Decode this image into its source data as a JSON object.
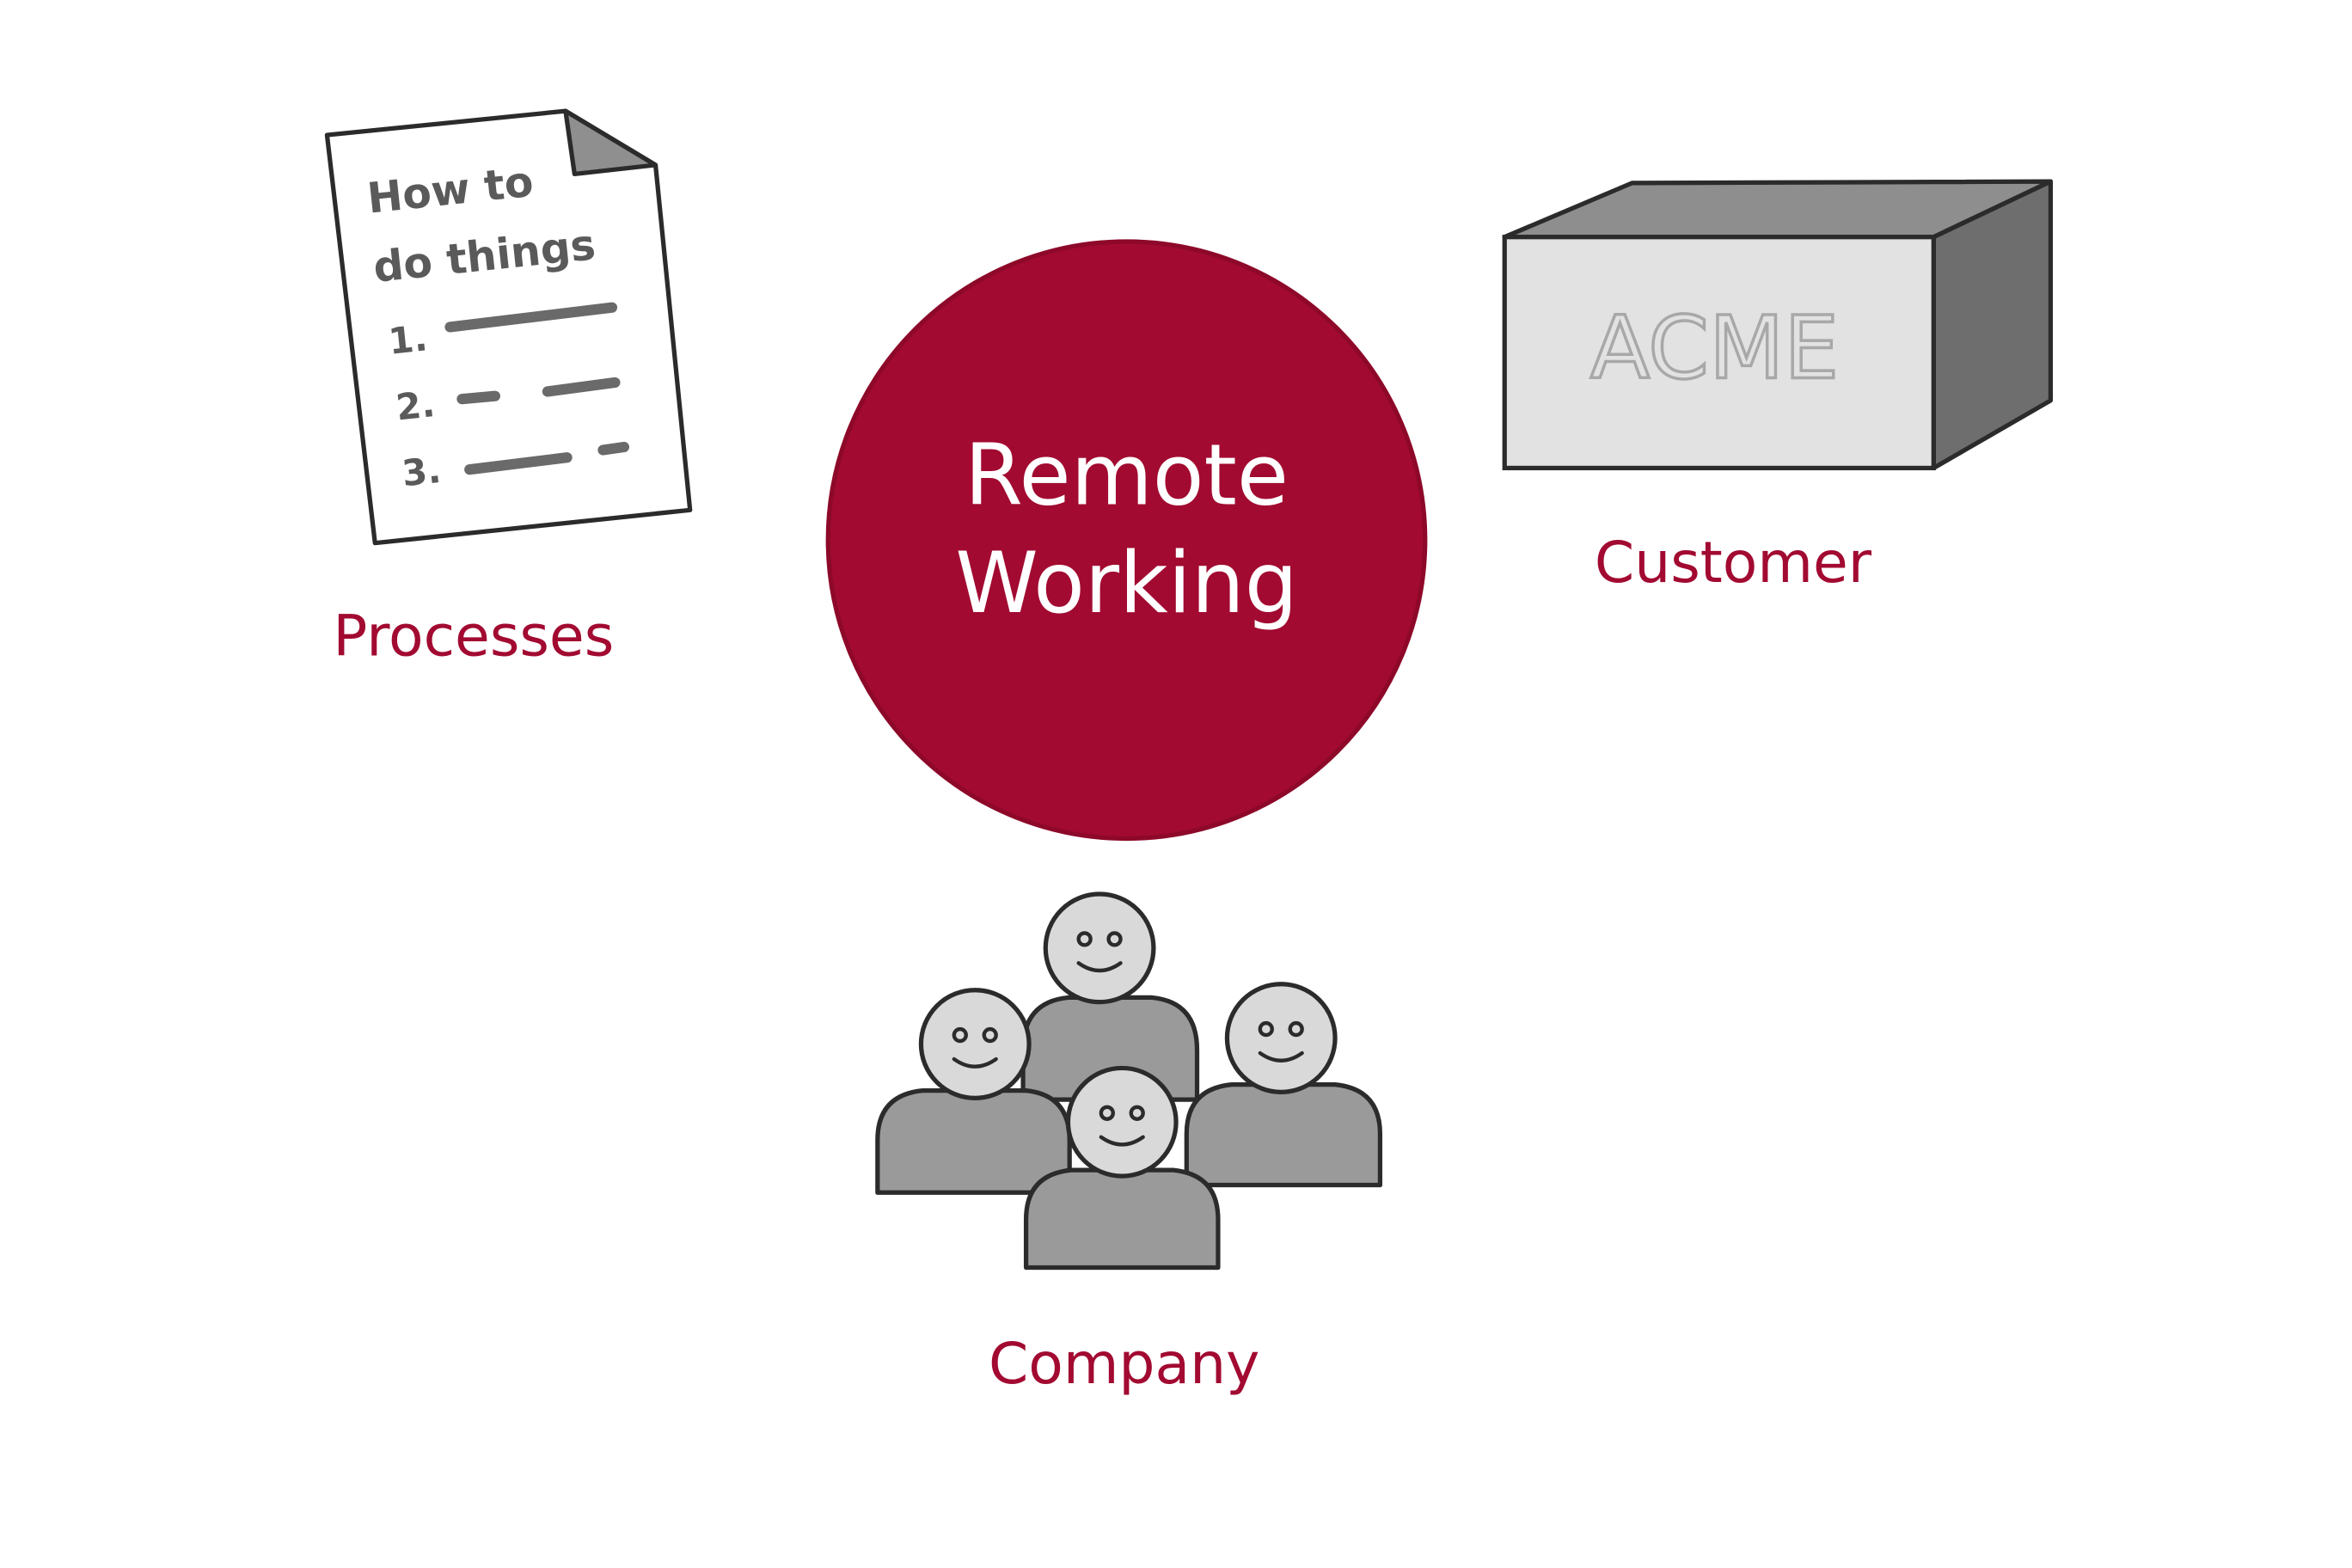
{
  "colors": {
    "accent": "#a20a31",
    "gray_fill": "#9a9a9a",
    "gray_dark": "#6e6e6e",
    "gray_light": "#e2e2e2",
    "stroke": "#333333"
  },
  "center": {
    "line1": "Remote",
    "line2": "Working"
  },
  "nodes": {
    "processes": {
      "label": "Processes",
      "icon": "document-icon",
      "doc_title_line1": "How to",
      "doc_title_line2": "do things",
      "steps": [
        "1.",
        "2.",
        "3."
      ]
    },
    "customer": {
      "label": "Customer",
      "icon": "box-icon",
      "box_text": "ACME"
    },
    "company": {
      "label": "Company",
      "icon": "people-group-icon"
    }
  }
}
